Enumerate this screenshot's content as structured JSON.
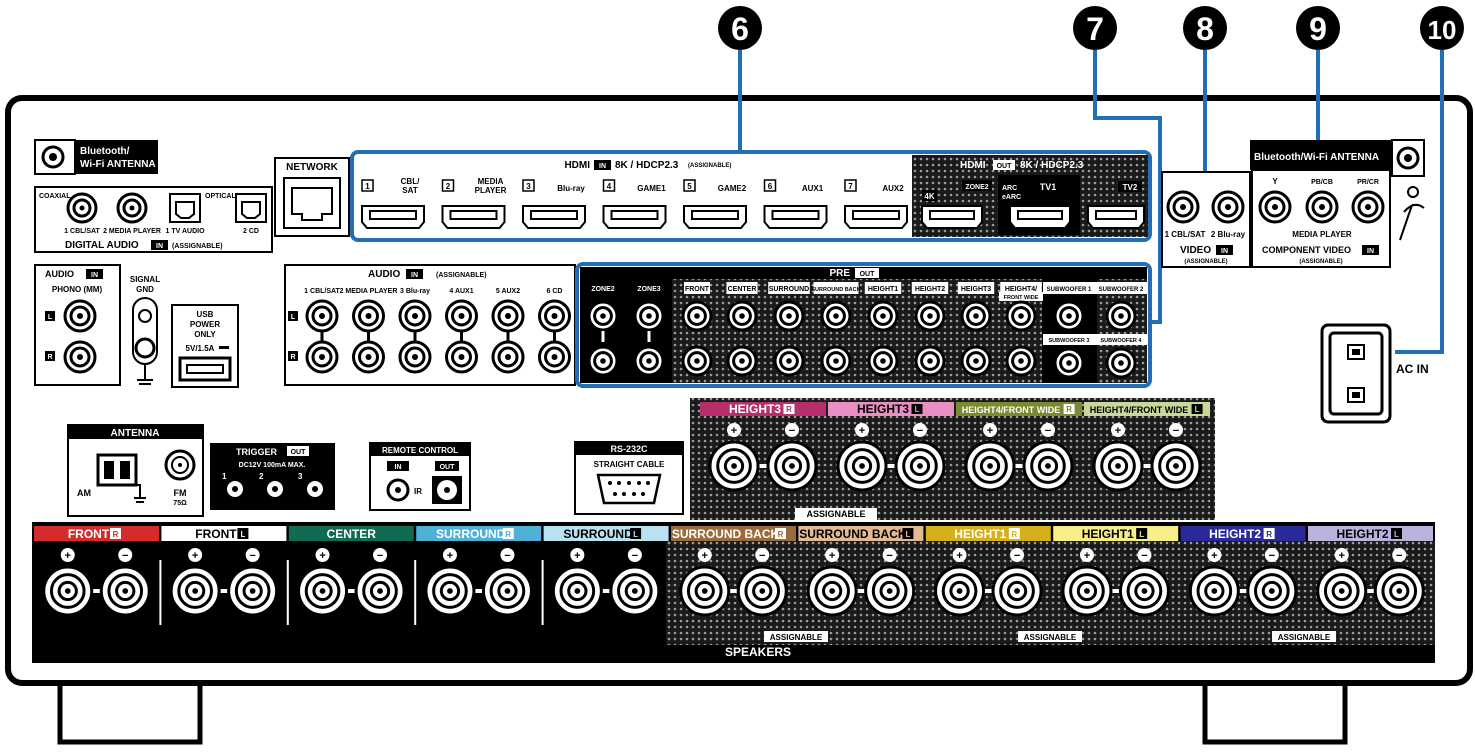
{
  "callouts": [
    "6",
    "7",
    "8",
    "9",
    "10"
  ],
  "bluetooth_antenna_left": [
    "Bluetooth/",
    "Wi-Fi ANTENNA"
  ],
  "bluetooth_antenna_right": "Bluetooth/Wi-Fi ANTENNA",
  "network": "NETWORK",
  "digital_audio": {
    "coaxial": "COAXIAL",
    "optical": "OPTICAL",
    "jacks": [
      "1 CBL/SAT",
      "2 MEDIA PLAYER",
      "1 TV AUDIO",
      "2 CD"
    ],
    "title": "DIGITAL AUDIO",
    "in_badge": "IN",
    "assignable": "(ASSIGNABLE)"
  },
  "hdmi_in": {
    "title": "HDMI",
    "badge": "IN",
    "spec": "8K / HDCP2.3",
    "assignable": "(ASSIGNABLE)",
    "ports": [
      {
        "num": "1",
        "name": [
          "CBL/",
          "SAT"
        ]
      },
      {
        "num": "2",
        "name": [
          "MEDIA",
          "PLAYER"
        ]
      },
      {
        "num": "3",
        "name": [
          "Blu-ray"
        ]
      },
      {
        "num": "4",
        "name": [
          "GAME1"
        ]
      },
      {
        "num": "5",
        "name": [
          "GAME2"
        ]
      },
      {
        "num": "6",
        "name": [
          "AUX1"
        ]
      },
      {
        "num": "7",
        "name": [
          "AUX2"
        ]
      }
    ]
  },
  "hdmi_out": {
    "title": "HDMI",
    "badge": "OUT",
    "spec": "8K / HDCP2.3",
    "labels": [
      "4K",
      "ZONE2",
      "ARC",
      "eARC",
      "TV1",
      "TV2"
    ]
  },
  "video_in": {
    "jacks": [
      "1 CBL/SAT",
      "2 Blu-ray"
    ],
    "title": "VIDEO",
    "badge": "IN",
    "assignable": "(ASSIGNABLE)"
  },
  "component_video": {
    "jacks": [
      "Y",
      "PB/CB",
      "PR/CR"
    ],
    "source": "MEDIA PLAYER",
    "title": "COMPONENT VIDEO",
    "badge": "IN",
    "assignable": "(ASSIGNABLE)"
  },
  "audio_in": {
    "title": "AUDIO",
    "badge": "IN",
    "phono": "PHONO (MM)",
    "l": "L",
    "r": "R"
  },
  "signal_gnd": [
    "SIGNAL",
    "GND"
  ],
  "usb": [
    "USB",
    "POWER",
    "ONLY",
    "5V/1.5A"
  ],
  "audio_assignable": {
    "title": "AUDIO",
    "badge": "IN",
    "assignable": "(ASSIGNABLE)",
    "jacks": [
      "1 CBL/SAT",
      "2 MEDIA PLAYER",
      "3 Blu-ray",
      "4 AUX1",
      "5 AUX2",
      "6 CD"
    ]
  },
  "pre_out": {
    "title": "PRE",
    "badge": "OUT",
    "labels": [
      "ZONE2",
      "ZONE3",
      "FRONT",
      "CENTER",
      "SURROUND",
      "SURROUND BACK",
      "HEIGHT1",
      "HEIGHT2",
      "HEIGHT3",
      "HEIGHT4/",
      "FRONT WIDE",
      "SUBWOOFER 1",
      "SUBWOOFER 2",
      "SUBWOOFER 3",
      "SUBWOOFER 4"
    ]
  },
  "ac_in": "AC IN",
  "antenna": {
    "title": "ANTENNA",
    "am": "AM",
    "fm": "FM",
    "ohm": "75Ω"
  },
  "trigger": {
    "title": "TRIGGER",
    "badge": "OUT",
    "spec": "DC12V 100mA MAX.",
    "nums": [
      "1",
      "2",
      "3"
    ]
  },
  "remote": {
    "title": "REMOTE CONTROL",
    "in": "IN",
    "out": "OUT",
    "ir": "IR"
  },
  "rs232": {
    "title": "RS-232C",
    "sub": "STRAIGHT CABLE"
  },
  "upper_speakers": [
    {
      "label": "HEIGHT3",
      "side": "R",
      "color": "#b5306a"
    },
    {
      "label": "HEIGHT3",
      "side": "L",
      "color": "#e98fc4"
    },
    {
      "label": "HEIGHT4/FRONT WIDE",
      "side": "R",
      "color": "#7a8a2e"
    },
    {
      "label": "HEIGHT4/FRONT WIDE",
      "side": "L",
      "color": "#c7d89a"
    }
  ],
  "lower_speakers": [
    {
      "label": "FRONT",
      "side": "R",
      "color": "#d42b2b"
    },
    {
      "label": "FRONT",
      "side": "L",
      "color": "#ffffff"
    },
    {
      "label": "CENTER",
      "side": "",
      "color": "#0f6b54"
    },
    {
      "label": "SURROUND",
      "side": "R",
      "color": "#4fb0d8"
    },
    {
      "label": "SURROUND",
      "side": "L",
      "color": "#b9e1ef"
    },
    {
      "label": "SURROUND BACK",
      "side": "R",
      "color": "#9c6b3c"
    },
    {
      "label": "SURROUND BACK",
      "side": "L",
      "color": "#e2b990"
    },
    {
      "label": "HEIGHT1",
      "side": "R",
      "color": "#d6b01b"
    },
    {
      "label": "HEIGHT1",
      "side": "L",
      "color": "#f7ee8a"
    },
    {
      "label": "HEIGHT2",
      "side": "R",
      "color": "#2a2a9a"
    },
    {
      "label": "HEIGHT2",
      "side": "L",
      "color": "#bbb3dd"
    }
  ],
  "assignable": "ASSIGNABLE",
  "speakers": "SPEAKERS",
  "plus": "+",
  "minus": "−",
  "colors": {
    "accent": "#1f6fb2",
    "panel": "#000000",
    "white": "#ffffff"
  }
}
